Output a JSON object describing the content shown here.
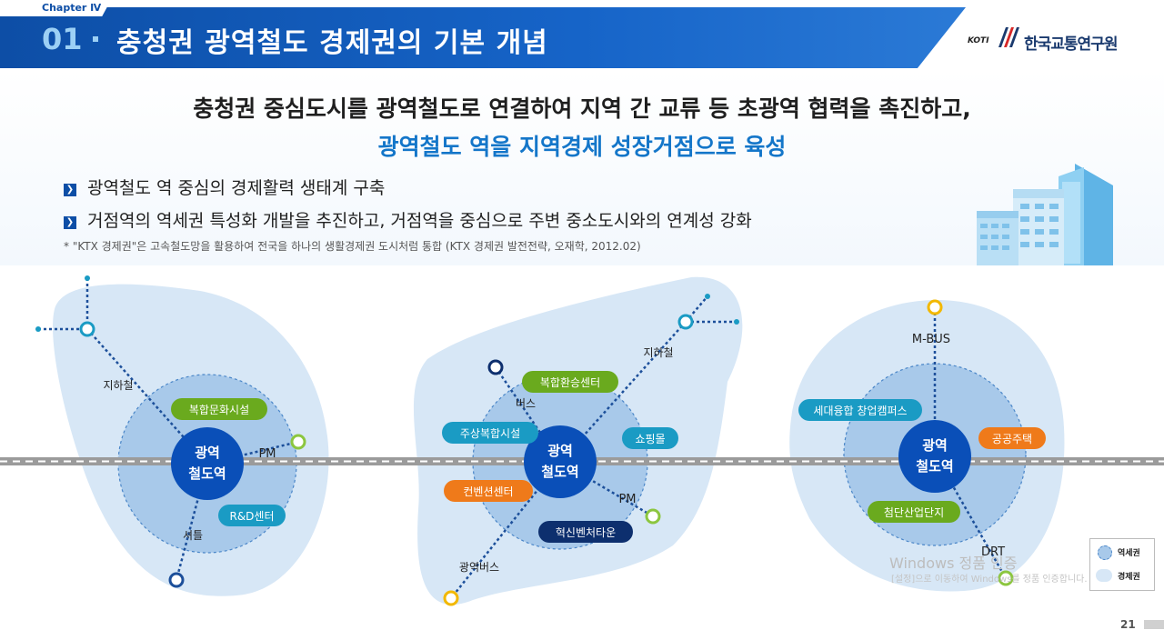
{
  "header": {
    "chapter": "Chapter Ⅳ",
    "number": "01",
    "title": "충청권 광역철도 경제권의 기본 개념",
    "logo_mark": "KOTI",
    "logo_text": "한국교통연구원"
  },
  "intro": {
    "lead_line1": "충청권 중심도시를 광역철도로 연결하여 지역 간 교류 등 초광역 협력을 촉진하고,",
    "lead_line2": "광역철도 역을 지역경제 성장거점으로 육성",
    "bullets": [
      "광역철도 역 중심의 경제활력 생태계 구축",
      "거점역의 역세권 특성화 개발을 추진하고, 거점역을 중심으로 주변 중소도시와의 연계성 강화"
    ],
    "footnote": "* \"KTX 경제권\"은 고속철도망을 활용하여 전국을 하나의 생활경제권 도시처럼 통합 (KTX 경제권 발전전략, 오재학, 2012.02)"
  },
  "colors": {
    "brand_blue": "#0d4ea6",
    "accent_blue": "#1476c9",
    "station_blue": "#0a4fb8",
    "tag_green": "#6aaa1e",
    "tag_cyan": "#1a9bc4",
    "tag_orange": "#ef7a1a",
    "tag_navy": "#0d2f6e"
  },
  "diagram": {
    "cluster1": {
      "station": [
        "광역",
        "철도역"
      ],
      "tags": [
        "복합문화시설",
        "R&D센터"
      ],
      "labels": [
        "지하철",
        "PM",
        "셔틀"
      ]
    },
    "cluster2": {
      "station": [
        "광역",
        "철도역"
      ],
      "tags": [
        "복합환승센터",
        "주상복합시설",
        "쇼핑몰",
        "컨벤션센터",
        "혁신벤처타운"
      ],
      "labels": [
        "지하철",
        "버스",
        "PM",
        "광역버스"
      ]
    },
    "cluster3": {
      "station": [
        "광역",
        "철도역"
      ],
      "tags": [
        "세대융합 창업캠퍼스",
        "공공주택",
        "첨단산업단지"
      ],
      "labels": [
        "M-BUS",
        "DRT"
      ]
    }
  },
  "legend": {
    "station_area": "역세권",
    "economic_area": "경제권"
  },
  "watermark": {
    "line1": "Windows 정품 인증",
    "line2": "[설정]으로 이동하여 Windows를 정품 인증합니다."
  },
  "page_number": "21"
}
